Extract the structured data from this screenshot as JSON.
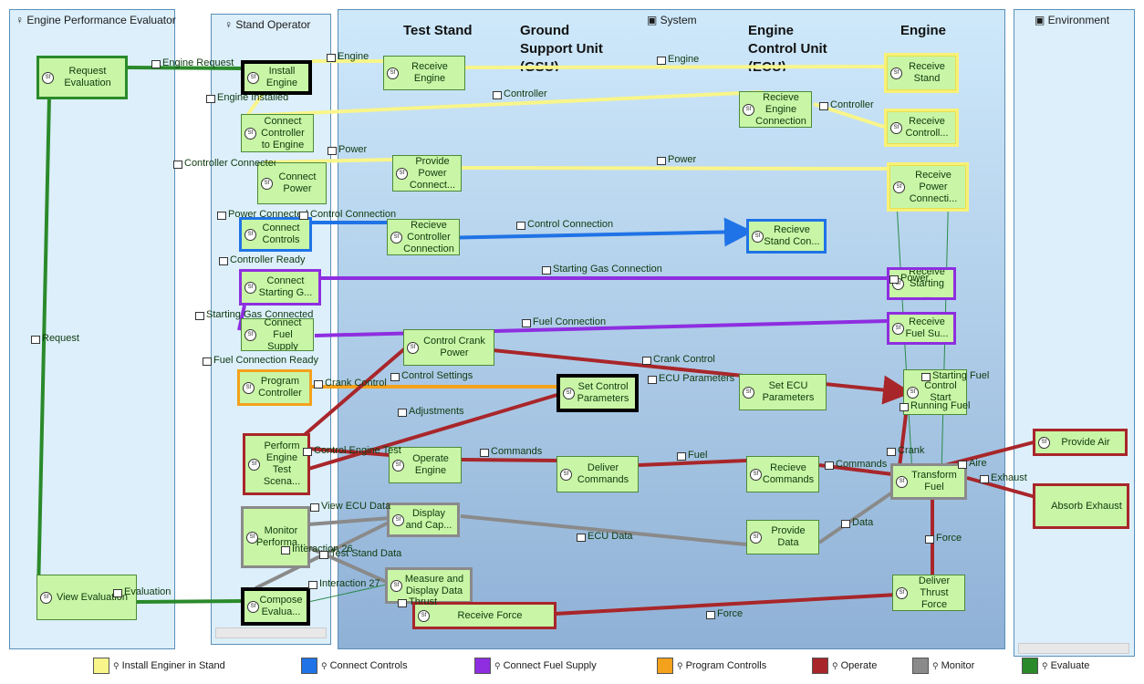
{
  "lanes": {
    "engine_performance_evaluator": "Engine Performance Evaluator",
    "stand_operator": "Stand Operator",
    "system": "System",
    "environment": "Environment"
  },
  "columns": {
    "test_stand": "Test Stand",
    "gsu": "Ground Support Unit (GSU)",
    "ecu": "Engine Control Unit (ECU)",
    "engine": "Engine"
  },
  "functions": {
    "request_evaluation": "Request Evaluation",
    "view_evaluation": "View Evaluation",
    "install_engine": "Install Engine",
    "connect_controller": "Connect Controller to Engine",
    "connect_power": "Connect Power",
    "connect_controls": "Connect Controls",
    "connect_starting_gas": "Connect Starting G...",
    "connect_fuel_supply": "Connect Fuel Supply",
    "program_controller": "Program Controller",
    "perform_engine_test": "Perform Engine Test Scena...",
    "monitor_performance": "Monitor Performa...",
    "compose_evaluation": "Compose Evalua...",
    "receive_engine": "Receive Engine",
    "provide_power_connection": "Provide Power Connect...",
    "recieve_controller_connection": "Recieve Controller Connection",
    "control_crank_power": "Control Crank Power",
    "operate_engine": "Operate Engine",
    "display_and_capture": "Display and Cap...",
    "measure_and_display": "Measure and Display Data",
    "receive_force": "Receive Force",
    "set_control_parameters": "Set Control Parameters",
    "deliver_commands": "Deliver Commands",
    "recieve_engine_connection": "Recieve Engine Connection",
    "receive_stand_connection": "Recieve Stand Con...",
    "set_ecu_parameters": "Set ECU Parameters",
    "recieve_commands": "Recieve Commands",
    "provide_data": "Provide Data",
    "receive_stand": "Receive Stand",
    "receive_controller": "Receive Controll...",
    "receive_power_connection": "Receive Power Connecti...",
    "receive_starting": "Receive Starting ...",
    "receive_fuel_supply": "Receive Fuel Su...",
    "control_start": "Control Start",
    "transform_fuel": "Transform Fuel",
    "deliver_thrust_force": "Deliver Thrust Force",
    "provide_air": "Provide Air",
    "absorb_exhaust": "Absorb Exhaust"
  },
  "exchanges": {
    "engine_request": "Engine Request",
    "engine": "Engine",
    "engine_installed": "Engine Installed",
    "engine_right": "Engine",
    "controller_mid": "Controller",
    "controller_right": "Controller",
    "power_left": "Power",
    "power_right": "Power",
    "controller_connected": "Controller Connected",
    "power_connected": "Power Connected",
    "control_connection_left": "Control Connection",
    "control_connection_mid": "Control Connection",
    "controller_ready": "Controller Ready",
    "starting_gas_connection": "Starting Gas Connection",
    "starting_gas_connected": "Starting Gas Connected",
    "power_engine": "Power",
    "fuel_connection": "Fuel Connection",
    "fuel_connection_ready": "Fuel Connection Ready",
    "crank_control_left": "Crank Control",
    "crank_control_right": "Crank Control",
    "control_settings": "Control Settings",
    "ecu_parameters": "ECU Parameters",
    "starting_fuel": "Starting Fuel",
    "running_fuel": "Running Fuel",
    "adjustments": "Adjustments",
    "control_engine_test": "Control Engine Test",
    "commands_left": "Commands",
    "fuel": "Fuel",
    "commands_right": "Commands",
    "crank": "Crank",
    "aire": "Aire",
    "exhaust": "Exhaust",
    "request": "Request",
    "view_ecu_data": "View ECU Data",
    "ecu_data": "ECU Data",
    "data": "Data",
    "interaction_26": "Interaction 26",
    "test_stand_data": "Test Stand Data",
    "interaction_27": "Interaction 27",
    "thrust": "Thrust",
    "force_right": "Force",
    "force_bottom": "Force",
    "evaluation": "Evaluation"
  },
  "legend": [
    {
      "label": "Install Enginer in Stand",
      "color": "#f8f58a"
    },
    {
      "label": "Connect Controls",
      "color": "#1f73e6"
    },
    {
      "label": "Connect Fuel Supply",
      "color": "#8e2ee0"
    },
    {
      "label": "Program Controlls",
      "color": "#f4a11c"
    },
    {
      "label": "Operate",
      "color": "#a8262a"
    },
    {
      "label": "Monitor",
      "color": "#8a8a8a"
    },
    {
      "label": "Evaluate",
      "color": "#2a8a2a"
    }
  ],
  "colors": {
    "install": "#f8f58a",
    "controls": "#1f73e6",
    "fuel": "#8e2ee0",
    "program": "#f4a11c",
    "operate": "#a8262a",
    "monitor": "#8a8a8a",
    "evaluate": "#2a8a2a",
    "function_fill": "#c9f5a6"
  },
  "icons": {
    "actor": "actor-icon",
    "system": "system-icon",
    "function": "sf-function-icon"
  }
}
